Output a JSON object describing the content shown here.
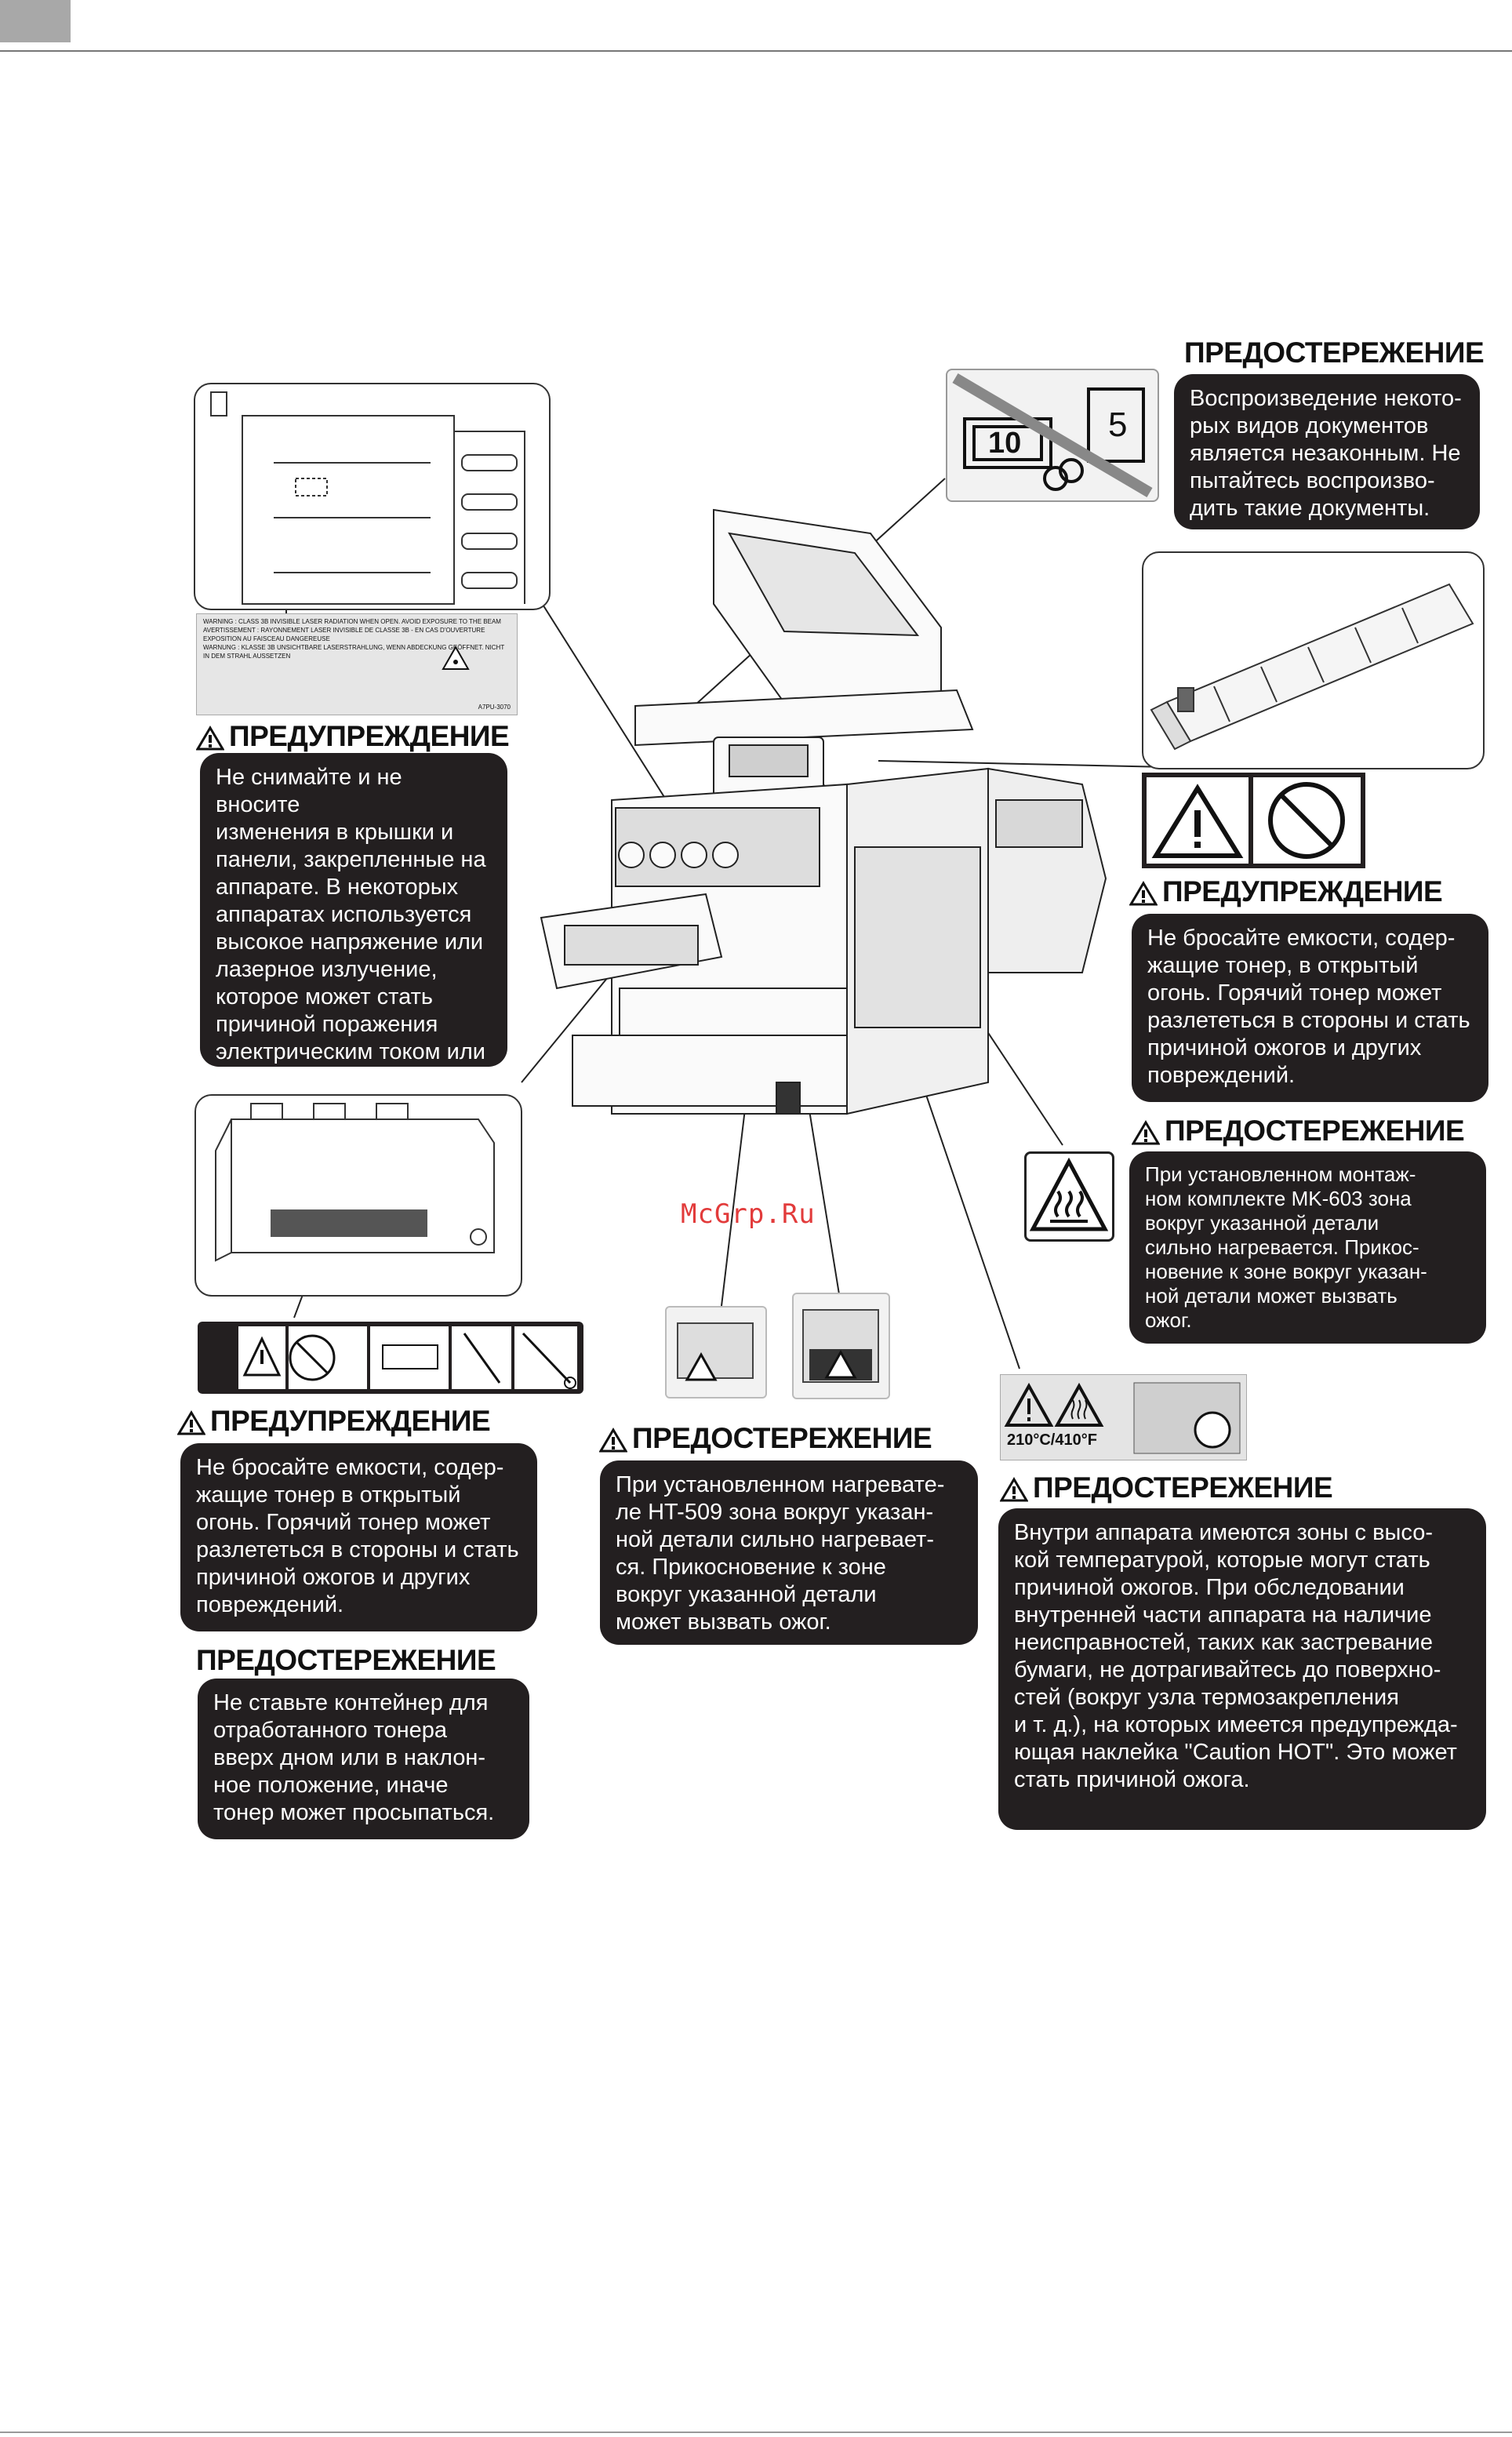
{
  "page": {
    "watermark": "McGrp.Ru"
  },
  "laser_label": {
    "lines": [
      "WARNING : CLASS 3B INVISIBLE LASER RADIATION WHEN OPEN. AVOID EXPOSURE TO THE BEAM",
      "AVERTISSEMENT : RAYONNEMENT LASER INVISIBLE DE CLASSE 3B - EN CAS D'OUVERTURE EXPOSITION AU FAISCEAU DANGEREUSE",
      "WARNUNG : KLASSE 3B UNSICHTBARE LASERSTRAHLUNG, WENN ABDECKUNG GEÖFFNET. NICHT IN DEM STRAHL AUSSETZEN"
    ],
    "code": "A7PU-3070"
  },
  "callouts": {
    "copy_caution": {
      "heading": "ПРЕДОСТЕРЕЖЕНИЕ",
      "text": "Воспроизведение некото-\nрых видов документов\nявляется незаконным. Не\nпытайтесь воспроизво-\nдить такие документы."
    },
    "panels_warning": {
      "heading": "ПРЕДУПРЕЖДЕНИЕ",
      "text": "Не снимайте и не вносите\nизменения в крышки и\nпанели, закрепленные на\nаппарате. В некоторых\nаппаратах используется\nвысокое напряжение или\nлазерное излучение,\nкоторое может стать\nпричиной поражения\nэлектрическим током или\nслепоты."
    },
    "toner_bottle_warning": {
      "heading": "ПРЕДУПРЕЖДЕНИЕ",
      "text": "Не бросайте емкости, содер-\nжащие тонер, в открытый\nогонь. Горячий тонер может\nразлететься в стороны и стать\nпричиной ожогов и других\nповреждений."
    },
    "mk603_caution": {
      "heading": "ПРЕДОСТЕРЕЖЕНИЕ",
      "text": "При установленном монтаж-\nном комплекте MK-603 зона\nвокруг указанной детали\nсильно нагревается. Прикос-\nновение к зоне вокруг указан-\nной детали может вызвать\nожог."
    },
    "waste_toner_warning": {
      "heading": "ПРЕДУПРЕЖДЕНИЕ",
      "text": "Не бросайте емкости, содер-\nжащие тонер в открытый\nогонь. Горячий тонер может\nразлететься в стороны и стать\nпричиной ожогов и других\nповреждений."
    },
    "waste_toner_caution": {
      "heading": "ПРЕДОСТЕРЕЖЕНИЕ",
      "text": "Не ставьте контейнер для\nотработанного тонера\nвверх дном или в наклон-\nное положение, иначе\nтонер может просыпаться."
    },
    "ht509_caution": {
      "heading": "ПРЕДОСТЕРЕЖЕНИЕ",
      "text": "При установленном нагревате-\nле HT-509 зона вокруг указан-\nной детали сильно нагревает-\nся. Прикосновение к зоне\nвокруг указанной детали\nможет вызвать ожог."
    },
    "hot_zone_caution": {
      "heading": "ПРЕДОСТЕРЕЖЕНИЕ",
      "text": "Внутри аппарата имеются зоны с высо-\nкой температурой, которые могут стать\nпричиной ожогов. При обследовании\nвнутренней части аппарата на наличие\nнеисправностей, таких как застревание\nбумаги, не дотрагивайтесь до поверхно-\nстей (вокруг узла термозакрепления\nи т. д.), на которых имеется предупрежда-\nющая наклейка \"Caution HOT\". Это может\nстать причиной ожога."
    }
  },
  "labels": {
    "fuser_temp": "210°C/410°F",
    "banknote_value": "10",
    "stamp_value": "5"
  },
  "icons": [
    "warning-triangle-icon",
    "no-fire-icon",
    "hot-surface-icon",
    "laser-icon",
    "banknote-icon",
    "stamp-icon",
    "coin-icon"
  ]
}
